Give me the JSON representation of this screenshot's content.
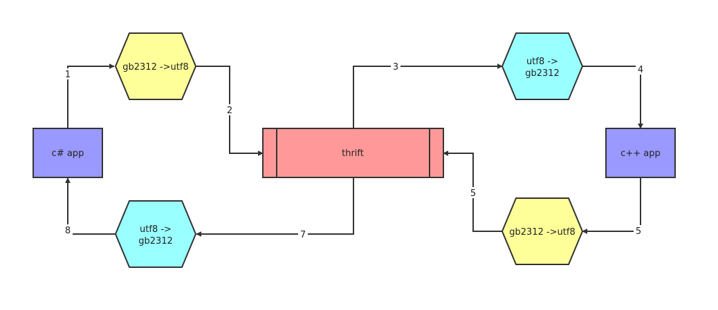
{
  "colors": {
    "app": "#9999ff",
    "convert_to_utf8": "#ffff99",
    "convert_to_gb2312": "#99ffff",
    "thrift": "#ff9999",
    "stroke": "#333333"
  },
  "nodes": {
    "csharp_app": "c# app",
    "cpp_app": "c++ app",
    "thrift": "thrift",
    "hex_top_left": [
      "gb2312 ->utf8"
    ],
    "hex_top_right": [
      "utf8 ->",
      "gb2312"
    ],
    "hex_bottom_right": [
      "gb2312 ->utf8"
    ],
    "hex_bottom_left": [
      "utf8 ->",
      "gb2312"
    ]
  },
  "edges": {
    "e1": "1",
    "e2": "2",
    "e3": "3",
    "e4": "4",
    "e5a": "5",
    "e5b": "5",
    "e7": "7",
    "e8": "8"
  }
}
